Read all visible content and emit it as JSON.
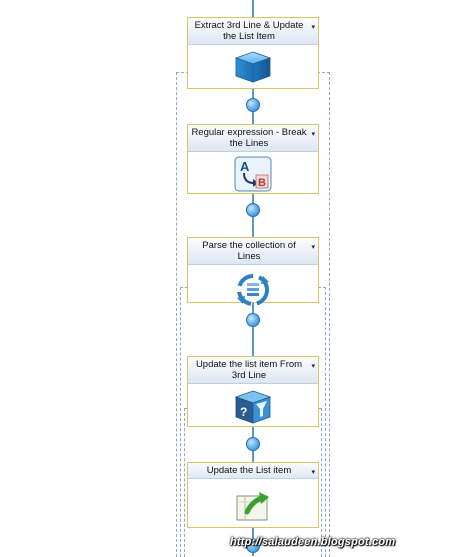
{
  "activities": [
    {
      "title": "Extract 3rd Line & Update the List Item",
      "icon": "blue-box-icon"
    },
    {
      "title": "Regular expression - Break the Lines",
      "icon": "regex-a-to-b-icon"
    },
    {
      "title": "Parse the collection of Lines",
      "icon": "loop-arrows-icon"
    },
    {
      "title": "Update the list item From 3rd Line",
      "icon": "question-filter-box-icon"
    },
    {
      "title": "Update the List item",
      "icon": "green-arrow-document-icon"
    }
  ],
  "watermark": "http://salaudeen.blogspot.com",
  "colors": {
    "connector": "#5b97c9",
    "card_border": "#d9c66b",
    "dashed_border": "#8fa8c8"
  }
}
